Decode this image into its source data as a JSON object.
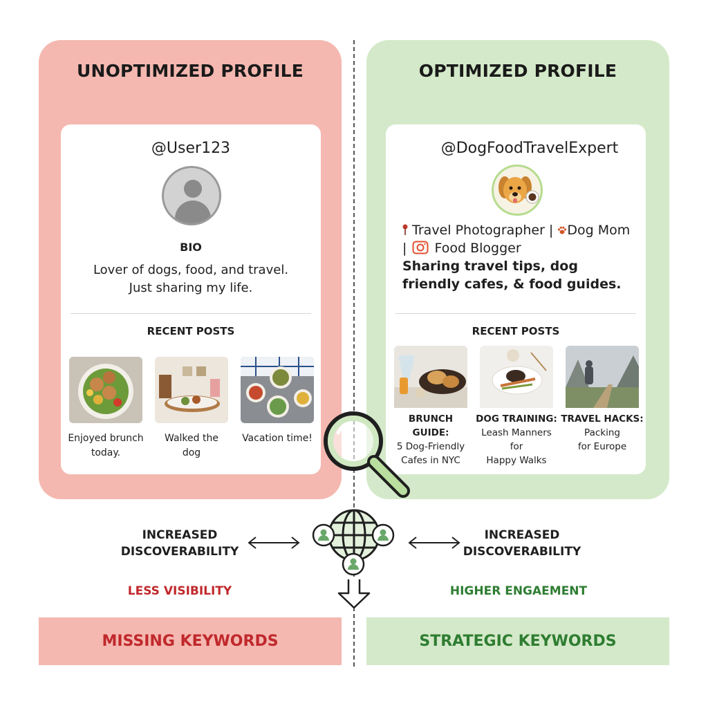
{
  "left_panel": {
    "title": "UNOPTIMIZED PROFILE",
    "handle": "@User123",
    "bio_label": "BIO",
    "bio_lines": [
      "Lover of dogs, food, and travel.",
      "Just sharing my life."
    ],
    "recent_label": "RECENT POSTS",
    "posts": [
      {
        "caption_lines": [
          "Enjoyed brunch",
          "today."
        ]
      },
      {
        "caption_lines": [
          "Walked the",
          "dog"
        ]
      },
      {
        "caption_lines": [
          "Vacation time!"
        ]
      }
    ]
  },
  "right_panel": {
    "title": "OPTIMIZED PROFILE",
    "handle": "@DogFoodTravelExpert",
    "bio_line1_a": "Travel Photographer |",
    "bio_line1_b": "Dog Mom",
    "bio_line2": "Food Blogger",
    "bio_strong_lines": [
      "Sharing travel tips, dog",
      "friendly cafes, & food guides."
    ],
    "recent_label": "RECENT POSTS",
    "posts": [
      {
        "title": "BRUNCH GUIDE:",
        "caption_lines": [
          "5 Dog-Friendly",
          "Cafes in NYC"
        ]
      },
      {
        "title": "DOG TRAINING:",
        "caption_lines": [
          "Leash Manners for",
          "Happy Walks"
        ]
      },
      {
        "title": "TRAVEL HACKS:",
        "caption_lines": [
          "Packing",
          "for Europe"
        ]
      }
    ]
  },
  "bottom": {
    "left_discover": [
      "INCREASED",
      "DISCOVERABILITY"
    ],
    "right_discover": [
      "INCREASED",
      "DISCOVERABILITY"
    ],
    "left_outcome": "LESS VISIBILITY",
    "right_outcome": "HIGHER ENGAEMENT",
    "left_bar": "MISSING KEYWORDS",
    "right_bar": "STRATEGIC KEYWORDS"
  },
  "colors": {
    "left_accent": "#f4b8b0",
    "right_accent": "#d4e9c9",
    "left_text": "#c0282c",
    "right_text": "#2e7d32",
    "icon_green": "#6aa86a"
  },
  "icons": {
    "magnifier": "magnifier-icon",
    "globe": "globe-network-icon",
    "pin": "pin-icon",
    "paw": "paw-icon",
    "camera": "camera-icon"
  }
}
